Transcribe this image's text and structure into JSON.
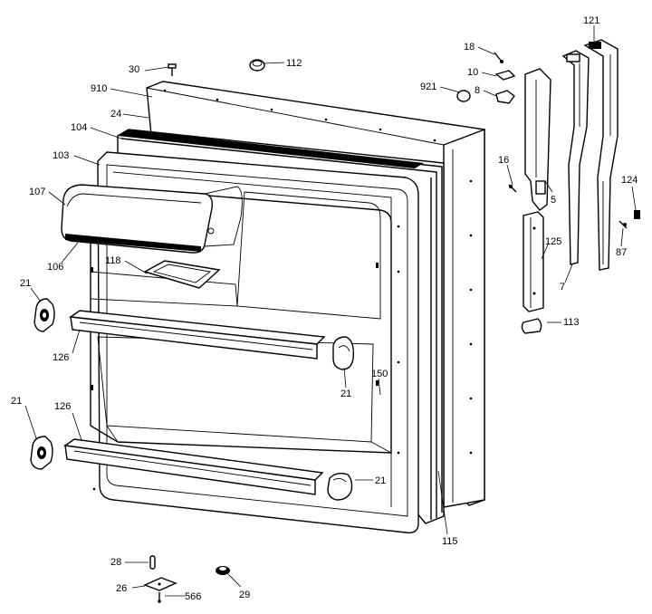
{
  "callouts": [
    {
      "id": "30",
      "text": "30"
    },
    {
      "id": "112",
      "text": "112"
    },
    {
      "id": "910",
      "text": "910"
    },
    {
      "id": "24",
      "text": "24"
    },
    {
      "id": "104",
      "text": "104"
    },
    {
      "id": "103",
      "text": "103"
    },
    {
      "id": "107",
      "text": "107"
    },
    {
      "id": "106",
      "text": "106"
    },
    {
      "id": "118",
      "text": "118"
    },
    {
      "id": "21a",
      "text": "21"
    },
    {
      "id": "126a",
      "text": "126"
    },
    {
      "id": "21b",
      "text": "21"
    },
    {
      "id": "150",
      "text": "150"
    },
    {
      "id": "21c",
      "text": "21"
    },
    {
      "id": "126b",
      "text": "126"
    },
    {
      "id": "21d",
      "text": "21"
    },
    {
      "id": "115",
      "text": "115"
    },
    {
      "id": "28",
      "text": "28"
    },
    {
      "id": "26",
      "text": "26"
    },
    {
      "id": "566",
      "text": "566"
    },
    {
      "id": "29",
      "text": "29"
    },
    {
      "id": "18",
      "text": "18"
    },
    {
      "id": "10",
      "text": "10"
    },
    {
      "id": "921",
      "text": "921"
    },
    {
      "id": "8",
      "text": "8"
    },
    {
      "id": "16",
      "text": "16"
    },
    {
      "id": "5",
      "text": "5"
    },
    {
      "id": "125",
      "text": "125"
    },
    {
      "id": "113",
      "text": "113"
    },
    {
      "id": "7",
      "text": "7"
    },
    {
      "id": "121",
      "text": "121"
    },
    {
      "id": "124",
      "text": "124"
    },
    {
      "id": "87",
      "text": "87"
    }
  ]
}
